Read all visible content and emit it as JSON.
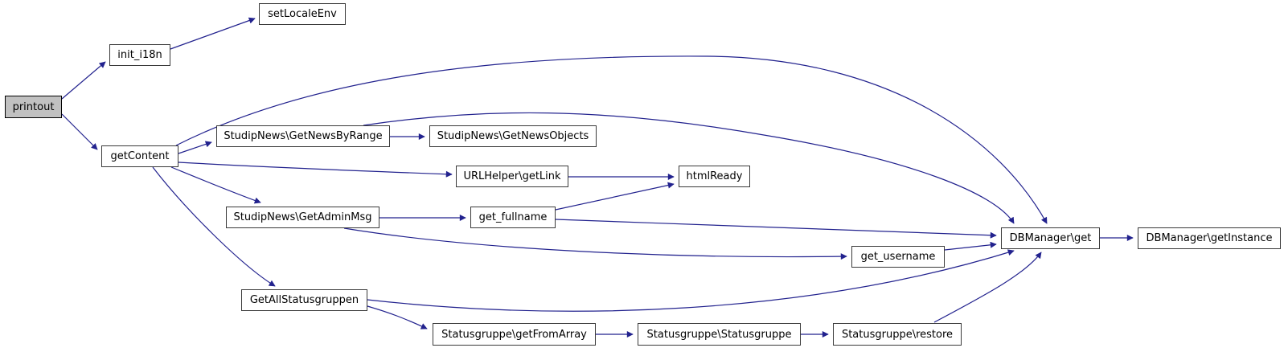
{
  "diagram": {
    "type": "call-graph",
    "root_function": "printout",
    "colors": {
      "edge": "#22228e",
      "node_fill": "#ffffff",
      "node_border": "#3a3a3a",
      "root_fill": "#c1c1c1",
      "root_border": "#000000",
      "text": "#000000",
      "background": "#ffffff"
    },
    "nodes": [
      {
        "id": "printout",
        "label": "printout"
      },
      {
        "id": "init_i18n",
        "label": "init_i18n"
      },
      {
        "id": "setLocaleEnv",
        "label": "setLocaleEnv"
      },
      {
        "id": "getContent",
        "label": "getContent"
      },
      {
        "id": "getNewsByRange",
        "label": "StudipNews\\GetNewsByRange"
      },
      {
        "id": "getNewsObjects",
        "label": "StudipNews\\GetNewsObjects"
      },
      {
        "id": "getLink",
        "label": "URLHelper\\getLink"
      },
      {
        "id": "htmlReady",
        "label": "htmlReady"
      },
      {
        "id": "getAdminMsg",
        "label": "StudipNews\\GetAdminMsg"
      },
      {
        "id": "get_fullname",
        "label": "get_fullname"
      },
      {
        "id": "get_username",
        "label": "get_username"
      },
      {
        "id": "getAllStatusgruppen",
        "label": "GetAllStatusgruppen"
      },
      {
        "id": "getFromArray",
        "label": "Statusgruppe\\getFromArray"
      },
      {
        "id": "statusgruppe",
        "label": "Statusgruppe\\Statusgruppe"
      },
      {
        "id": "restore",
        "label": "Statusgruppe\\restore"
      },
      {
        "id": "dbGet",
        "label": "DBManager\\get"
      },
      {
        "id": "dbGetInstance",
        "label": "DBManager\\getInstance"
      }
    ],
    "edges": [
      {
        "from": "printout",
        "to": "init_i18n"
      },
      {
        "from": "printout",
        "to": "getContent"
      },
      {
        "from": "init_i18n",
        "to": "setLocaleEnv"
      },
      {
        "from": "getContent",
        "to": "getNewsByRange"
      },
      {
        "from": "getContent",
        "to": "getLink"
      },
      {
        "from": "getContent",
        "to": "getAdminMsg"
      },
      {
        "from": "getContent",
        "to": "getAllStatusgruppen"
      },
      {
        "from": "getContent",
        "to": "dbGet"
      },
      {
        "from": "getNewsByRange",
        "to": "getNewsObjects"
      },
      {
        "from": "getNewsByRange",
        "to": "dbGet"
      },
      {
        "from": "getLink",
        "to": "htmlReady"
      },
      {
        "from": "getAdminMsg",
        "to": "get_fullname"
      },
      {
        "from": "getAdminMsg",
        "to": "get_username"
      },
      {
        "from": "get_fullname",
        "to": "htmlReady"
      },
      {
        "from": "get_fullname",
        "to": "dbGet"
      },
      {
        "from": "get_username",
        "to": "dbGet"
      },
      {
        "from": "getAllStatusgruppen",
        "to": "getFromArray"
      },
      {
        "from": "getAllStatusgruppen",
        "to": "dbGet"
      },
      {
        "from": "getFromArray",
        "to": "statusgruppe"
      },
      {
        "from": "statusgruppe",
        "to": "restore"
      },
      {
        "from": "restore",
        "to": "dbGet"
      },
      {
        "from": "dbGet",
        "to": "dbGetInstance"
      }
    ]
  }
}
